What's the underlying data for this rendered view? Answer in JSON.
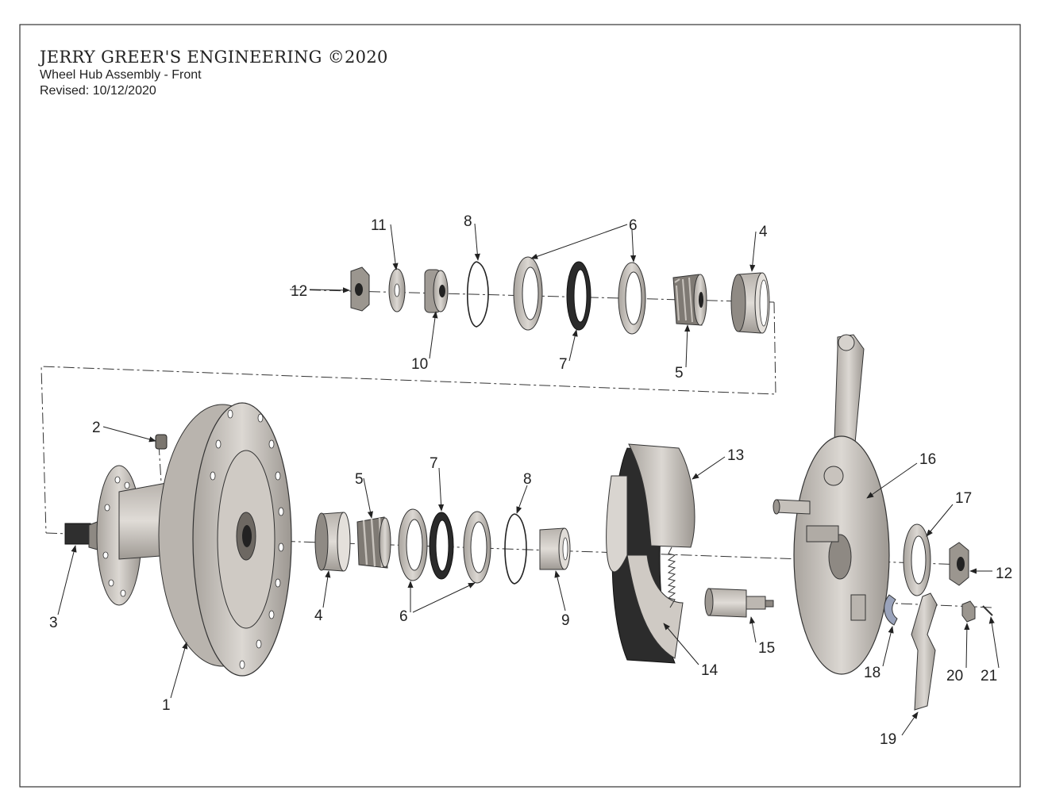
{
  "title": {
    "company": "JERRY GREER'S ENGINEERING ©2020",
    "drawing": "Wheel Hub Assembly - Front",
    "revised": "Revised: 10/12/2020"
  },
  "callouts": {
    "c1": "1",
    "c2": "2",
    "c3": "3",
    "c4a": "4",
    "c4b": "4",
    "c5a": "5",
    "c5b": "5",
    "c6a": "6",
    "c6b": "6",
    "c7a": "7",
    "c7b": "7",
    "c8a": "8",
    "c8b": "8",
    "c9": "9",
    "c10": "10",
    "c11": "11",
    "c12a": "12",
    "c12b": "12",
    "c13": "13",
    "c14": "14",
    "c15": "15",
    "c16": "16",
    "c17": "17",
    "c18": "18",
    "c19": "19",
    "c20": "20",
    "c21": "21"
  },
  "colors": {
    "metal": "#cfcac4",
    "metal_dark": "#8f8a84",
    "lining": "#2b2b2b",
    "line": "#222222",
    "seal_blue": "#9aa3bb"
  }
}
